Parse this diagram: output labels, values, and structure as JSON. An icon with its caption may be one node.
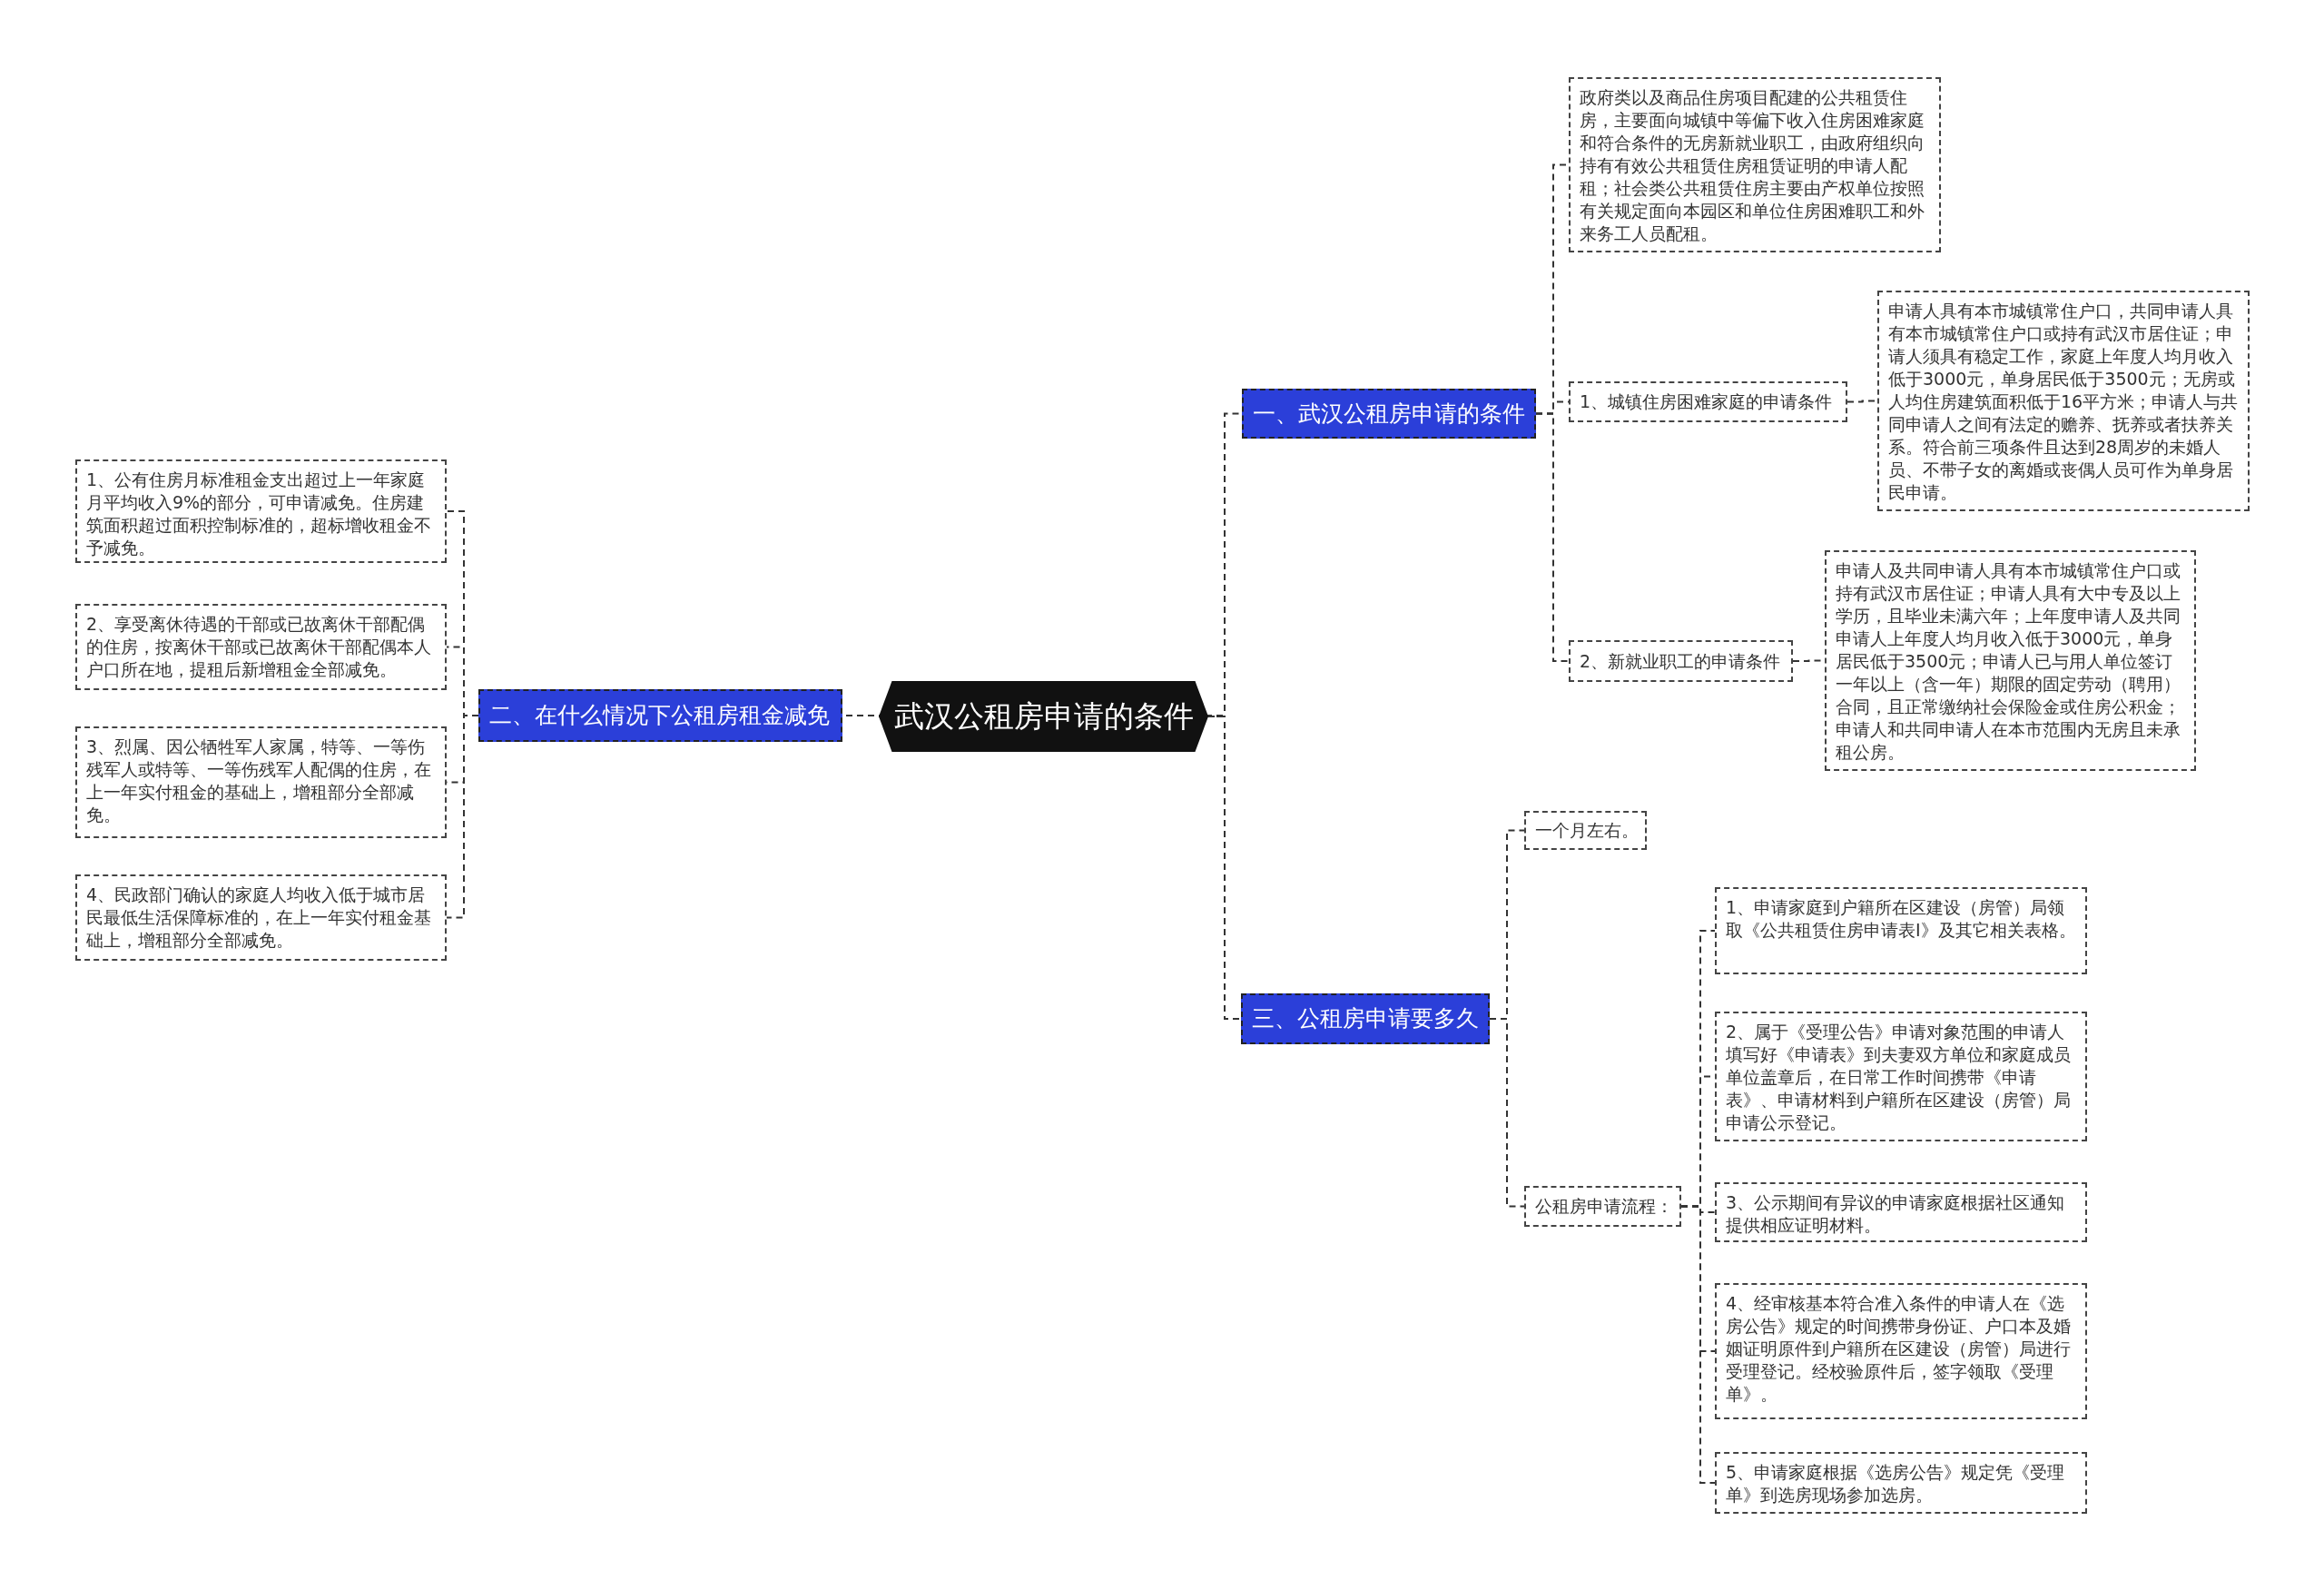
{
  "diagram": {
    "nodes": [
      {
        "text": [
          "武汉公租房申请的条件"
        ]
      },
      {
        "text": [
          "一、武汉公租房申请的条件"
        ]
      },
      {
        "text": [
          "政府类以及商品住房项目配建的公共租赁住房，主要面向城镇中等偏下收入住房困难家庭和符合条件的无房新就业职工，由政府组织向持有有效公共租赁住房租赁证明的申请人配租；社会类公共租赁住房主要由产权单位按照有关规定面向本园区和单位住房困难职工和外来务工人员配租。"
        ]
      },
      {
        "text": [
          "1、城镇住房困难家庭的申请条件"
        ]
      },
      {
        "text": [
          "申请人具有本市城镇常住户口，共同申请人具有本市城镇常住户口或持有武汉市居住证；申请人须具有稳定工作，家庭上年度人均月收入低于3000元，单身居民低于3500元；无房或人均住房建筑面积低于16平方米；申请人与共同申请人之间有法定的赡养、抚养或者扶养关系。符合前三项条件且达到28周岁的未婚人员、不带子女的离婚或丧偶人员可作为单身居民申请。"
        ]
      },
      {
        "text": [
          "2、新就业职工的申请条件"
        ]
      },
      {
        "text": [
          "申请人及共同申请人具有本市城镇常住户口或持有武汉市居住证；申请人具有大中专及以上学历，且毕业未满六年；上年度申请人及共同申请人上年度人均月收入低于3000元，单身居民低于3500元；申请人已与用人单位签订一年以上（含一年）期限的固定劳动（聘用）合同，且正常缴纳社会保险金或住房公积金；申请人和共同申请人在本市范围内无房且未承租公房。"
        ]
      },
      {
        "text": [
          "二、在什么情况下公租房租金减免"
        ]
      },
      {
        "text": [
          "1、公有住房月标准租金支出超过上一年家庭月平均收入9%的部分，可申请减免。住房建筑面积超过面积控制标准的，超标增收租金不予减免。"
        ]
      },
      {
        "text": [
          "2、享受离休待遇的干部或已故离休干部配偶的住房，按离休干部或已故离休干部配偶本人户口所在地，提租后新增租金全部减免。"
        ]
      },
      {
        "text": [
          "3、烈属、因公牺牲军人家属，特等、一等伤残军人或特等、一等伤残军人配偶的住房，在上一年实付租金的基础上，增租部分全部减免。"
        ]
      },
      {
        "text": [
          "4、民政部门确认的家庭人均收入低于城市居民最低生活保障标准的，在上一年实付租金基础上，增租部分全部减免。"
        ]
      },
      {
        "text": [
          "三、公租房申请要多久"
        ]
      },
      {
        "text": [
          "一个月左右。"
        ]
      },
      {
        "text": [
          "公租房申请流程："
        ]
      },
      {
        "text": [
          "1、申请家庭到户籍所在区建设（房管）局领取《公共租赁住房申请表Ⅰ》及其它相关表格。"
        ]
      },
      {
        "text": [
          "2、属于《受理公告》申请对象范围的申请人填写好《申请表》到夫妻双方单位和家庭成员单位盖章后，在日常工作时间携带《申请表》、申请材料到户籍所在区建设（房管）局申请公示登记。"
        ]
      },
      {
        "text": [
          "3、公示期间有异议的申请家庭根据社区通知提供相应证明材料。"
        ]
      },
      {
        "text": [
          "4、经审核基本符合准入条件的申请人在《选房公告》规定的时间携带身份证、户口本及婚姻证明原件到户籍所在区建设（房管）局进行受理登记。经校验原件后，签字领取《受理单》。"
        ]
      },
      {
        "text": [
          "5、申请家庭根据《选房公告》规定凭《受理单》到选房现场参加选房。"
        ]
      }
    ],
    "edges": [
      {
        "from": 0,
        "to": 1,
        "arrow": "none"
      },
      {
        "from": 1,
        "to": 2,
        "arrow": "none"
      },
      {
        "from": 1,
        "to": 3,
        "arrow": "none"
      },
      {
        "from": 3,
        "to": 4,
        "arrow": "none"
      },
      {
        "from": 1,
        "to": 5,
        "arrow": "none"
      },
      {
        "from": 5,
        "to": 6,
        "arrow": "none"
      },
      {
        "from": 0,
        "to": 7,
        "arrow": "none"
      },
      {
        "from": 7,
        "to": 8,
        "arrow": "none"
      },
      {
        "from": 7,
        "to": 9,
        "arrow": "none"
      },
      {
        "from": 7,
        "to": 10,
        "arrow": "none"
      },
      {
        "from": 7,
        "to": 11,
        "arrow": "none"
      },
      {
        "from": 0,
        "to": 12,
        "arrow": "none"
      },
      {
        "from": 12,
        "to": 13,
        "arrow": "none"
      },
      {
        "from": 12,
        "to": 14,
        "arrow": "none"
      },
      {
        "from": 14,
        "to": 15,
        "arrow": "none"
      },
      {
        "from": 14,
        "to": 16,
        "arrow": "none"
      },
      {
        "from": 14,
        "to": 17,
        "arrow": "none"
      },
      {
        "from": 14,
        "to": 18,
        "arrow": "none"
      },
      {
        "from": 14,
        "to": 19,
        "arrow": "none"
      }
    ]
  }
}
